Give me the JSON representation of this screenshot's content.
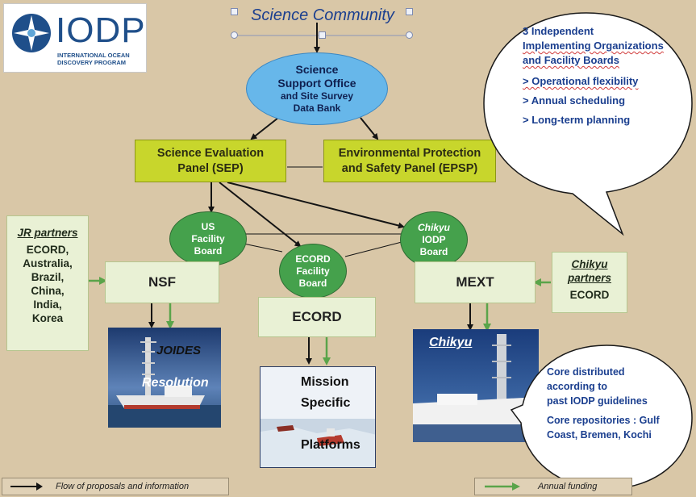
{
  "logo": {
    "title": "IODP",
    "subtitle": "INTERNATIONAL OCEAN DISCOVERY PROGRAM"
  },
  "science_community": "Science Community",
  "science_support_office": {
    "line1": "Science",
    "line2": "Support Office",
    "line3": "and Site Survey",
    "line4": "Data Bank"
  },
  "sep": {
    "line1": "Science Evaluation",
    "line2": "Panel (SEP)"
  },
  "epsp": {
    "line1": "Environmental Protection",
    "line2": "and Safety Panel (EPSP)"
  },
  "callout_top": {
    "line1": "3 Independent",
    "line2": "Implementing Organizations",
    "line3": "and Facility Boards",
    "bullet1": "> Operational flexibility",
    "bullet2": "> Annual scheduling",
    "bullet3": "> Long-term planning"
  },
  "us_board": {
    "line1": "US",
    "line2": "Facility",
    "line3": "Board"
  },
  "ecord_board": {
    "line1": "ECORD",
    "line2": "Facility",
    "line3": "Board"
  },
  "chikyu_board": {
    "line1": "Chikyu",
    "line2": "IODP",
    "line3": "Board"
  },
  "jr_partners": {
    "title": "JR partners",
    "members": [
      "ECORD,",
      "Australia,",
      "Brazil,",
      "China,",
      "India,",
      "Korea"
    ]
  },
  "chikyu_partners": {
    "title1": "Chikyu",
    "title2": "partners",
    "member": "ECORD"
  },
  "nsf": "NSF",
  "ecord": "ECORD",
  "mext": "MEXT",
  "joides": {
    "line1": "JOIDES",
    "line2": "Resolution"
  },
  "mission_specific": {
    "line1": "Mission",
    "line2": "Specific",
    "line3": "Platforms"
  },
  "chikyu_photo_label": "Chikyu",
  "callout_bottom": {
    "line1": "Core distributed",
    "line2": "according to",
    "line3": "past IODP guidelines",
    "line4": "Core repositories : Gulf",
    "line5": "Coast, Bremen, Kochi"
  },
  "legend": {
    "proposals": "Flow of proposals and information",
    "funding": "Annual funding"
  },
  "colors": {
    "background": "#d9c7a7",
    "sso_fill": "#67b7ea",
    "panel_fill": "#c8d62c",
    "board_fill": "#45a14c",
    "agency_fill": "#e9f1d5",
    "text_blue": "#1b3f8f",
    "arrow_funding": "#5aa44a"
  }
}
